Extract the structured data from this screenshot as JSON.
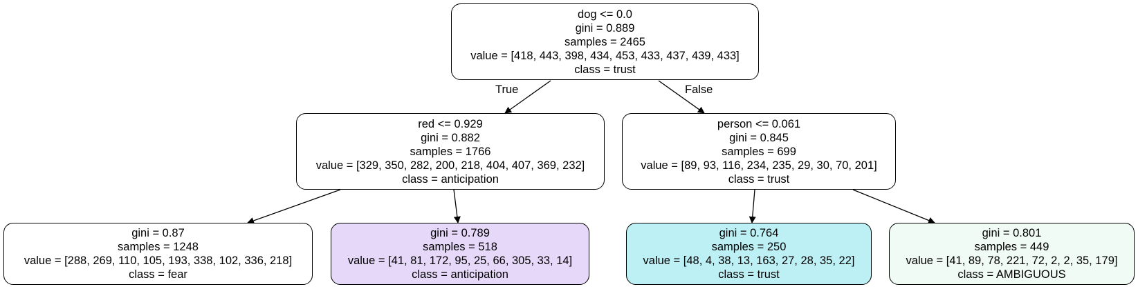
{
  "colors": {
    "root": "#ffffff",
    "left_split": "#ffffff",
    "right_split": "#ffffff",
    "leaf_fear": "#ffffff",
    "leaf_anticipation": "#e6d8f9",
    "leaf_trust": "#bcf0f5",
    "leaf_ambiguous": "#effbf4",
    "edge": "#000000"
  },
  "edge_labels": {
    "true_label": "True",
    "false_label": "False"
  },
  "nodes": {
    "root": {
      "condition": "dog <= 0.0",
      "gini": "gini = 0.889",
      "samples": "samples = 2465",
      "value": "value = [418, 443, 398, 434, 453, 433, 437, 439, 433]",
      "class": "class = trust"
    },
    "left_split": {
      "condition": "red <= 0.929",
      "gini": "gini = 0.882",
      "samples": "samples = 1766",
      "value": "value = [329, 350, 282, 200, 218, 404, 407, 369, 232]",
      "class": "class = anticipation"
    },
    "right_split": {
      "condition": "person <= 0.061",
      "gini": "gini = 0.845",
      "samples": "samples = 699",
      "value": "value = [89, 93, 116, 234, 235, 29, 30, 70, 201]",
      "class": "class = trust"
    },
    "leaf_fear": {
      "gini": "gini = 0.87",
      "samples": "samples = 1248",
      "value": "value = [288, 269, 110, 105, 193, 338, 102, 336, 218]",
      "class": "class = fear"
    },
    "leaf_anticipation": {
      "gini": "gini = 0.789",
      "samples": "samples = 518",
      "value": "value = [41, 81, 172, 95, 25, 66, 305, 33, 14]",
      "class": "class = anticipation"
    },
    "leaf_trust": {
      "gini": "gini = 0.764",
      "samples": "samples = 250",
      "value": "value = [48, 4, 38, 13, 163, 27, 28, 35, 22]",
      "class": "class = trust"
    },
    "leaf_ambiguous": {
      "gini": "gini = 0.801",
      "samples": "samples = 449",
      "value": "value = [41, 89, 78, 221, 72, 2, 2, 35, 179]",
      "class": "class = AMBIGUOUS"
    }
  }
}
